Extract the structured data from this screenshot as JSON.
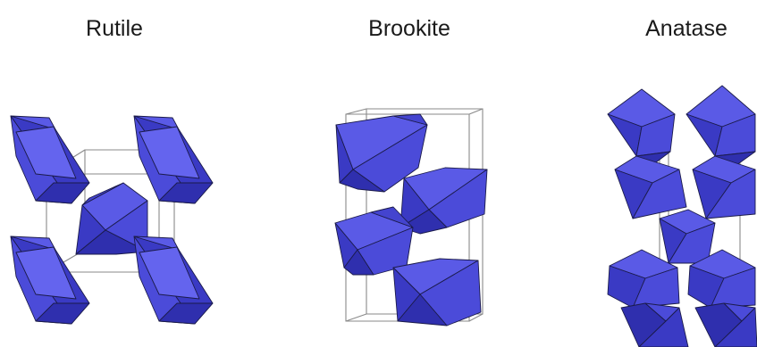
{
  "titles": {
    "rutile": "Rutile",
    "brookite": "Brookite",
    "anatase": "Anatase"
  },
  "colors": {
    "octahedron": "#4b4bd9",
    "edge": "#1b1b4a",
    "unit_cell": "#8a8a8a"
  }
}
